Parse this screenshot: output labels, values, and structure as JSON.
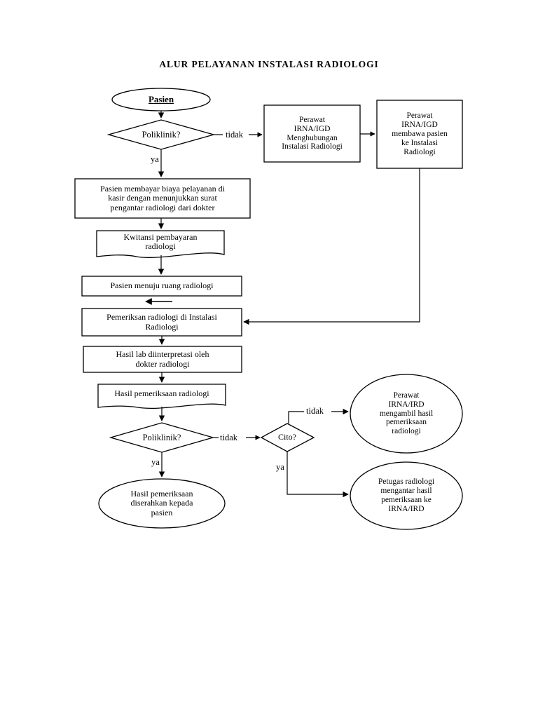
{
  "document": {
    "title": "ALUR PELAYANAN INSTALASI RADIOLOGI",
    "type": "flowchart",
    "background_color": "#ffffff",
    "line_color": "#000000"
  },
  "nodes": {
    "start": {
      "label": "Pasien",
      "shape": "ellipse"
    },
    "decision_poliklinik_1": {
      "label": "Poliklinik?",
      "shape": "diamond"
    },
    "perawat_menghubungi": {
      "label": "Perawat\nIRNA/IGD\nMenghubungan\nInstalasi Radiologi",
      "shape": "rect"
    },
    "perawat_membawa": {
      "label": "Perawat\nIRNA/IGD\nmembawa pasien\nke Instalasi\nRadiologi",
      "shape": "rect"
    },
    "pasien_membayar": {
      "label": "Pasien membayar biaya pelayanan di\nkasir dengan menunjukkan surat\npengantar radiologi dari dokter",
      "shape": "rect"
    },
    "kwitansi": {
      "label": "Kwitansi pembayaran\nradiologi",
      "shape": "document"
    },
    "pasien_menuju": {
      "label": "Pasien menuju ruang radiologi",
      "shape": "rect"
    },
    "pemeriksaan": {
      "label": "Pemeriksan radiologi di Instalasi\nRadiologi",
      "shape": "rect"
    },
    "hasil_lab": {
      "label": "Hasil lab diinterpretasi oleh\ndokter radiologi",
      "shape": "rect"
    },
    "hasil_pemeriksaan_doc": {
      "label": "Hasil pemeriksaan radiologi",
      "shape": "document"
    },
    "decision_poliklinik_2": {
      "label": "Poliklinik?",
      "shape": "diamond"
    },
    "decision_cito": {
      "label": "Cito?",
      "shape": "diamond"
    },
    "perawat_mengambil": {
      "label": "Perawat\nIRNA/IRD\nmengambil hasil\npemeriksaan\nradiologi",
      "shape": "ellipse"
    },
    "petugas_mengantar": {
      "label": "Petugas radiologi\nmengantar hasil\npemeriksaan ke\nIRNA/IRD",
      "shape": "ellipse"
    },
    "hasil_diserahkan": {
      "label": "Hasil pemeriksaan\ndiserahkan kepada\npasien",
      "shape": "ellipse"
    }
  },
  "edge_labels": {
    "poliklinik1_tidak": "tidak",
    "poliklinik1_ya": "ya",
    "poliklinik2_tidak": "tidak",
    "poliklinik2_ya": "ya",
    "cito_tidak": "tidak",
    "cito_ya": "ya"
  }
}
